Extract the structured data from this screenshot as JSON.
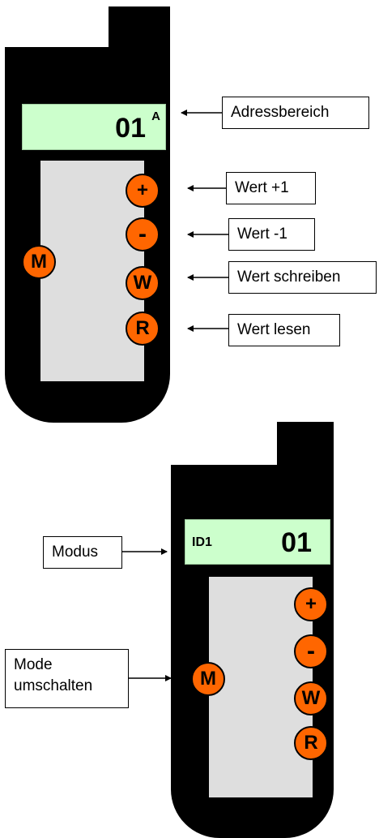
{
  "device_top": {
    "screen": {
      "value": "01",
      "superscript": "A"
    },
    "buttons": {
      "plus": "+",
      "minus": "-",
      "write": "W",
      "read": "R",
      "mode": "M"
    },
    "labels": {
      "address": "Adressbereich",
      "plus": "Wert +1",
      "minus": "Wert -1",
      "write": "Wert schreiben",
      "read": "Wert lesen"
    }
  },
  "device_bottom": {
    "screen": {
      "mode": "ID1",
      "value": "01"
    },
    "buttons": {
      "plus": "+",
      "minus": "-",
      "write": "W",
      "read": "R",
      "mode": "M"
    },
    "labels": {
      "mode_display": "Modus",
      "mode_switch_line1": "Mode",
      "mode_switch_line2": "umschalten"
    }
  },
  "colors": {
    "device": "#000000",
    "screen": "#ccffcc",
    "keypad": "#dedede",
    "button": "#ff6600"
  }
}
